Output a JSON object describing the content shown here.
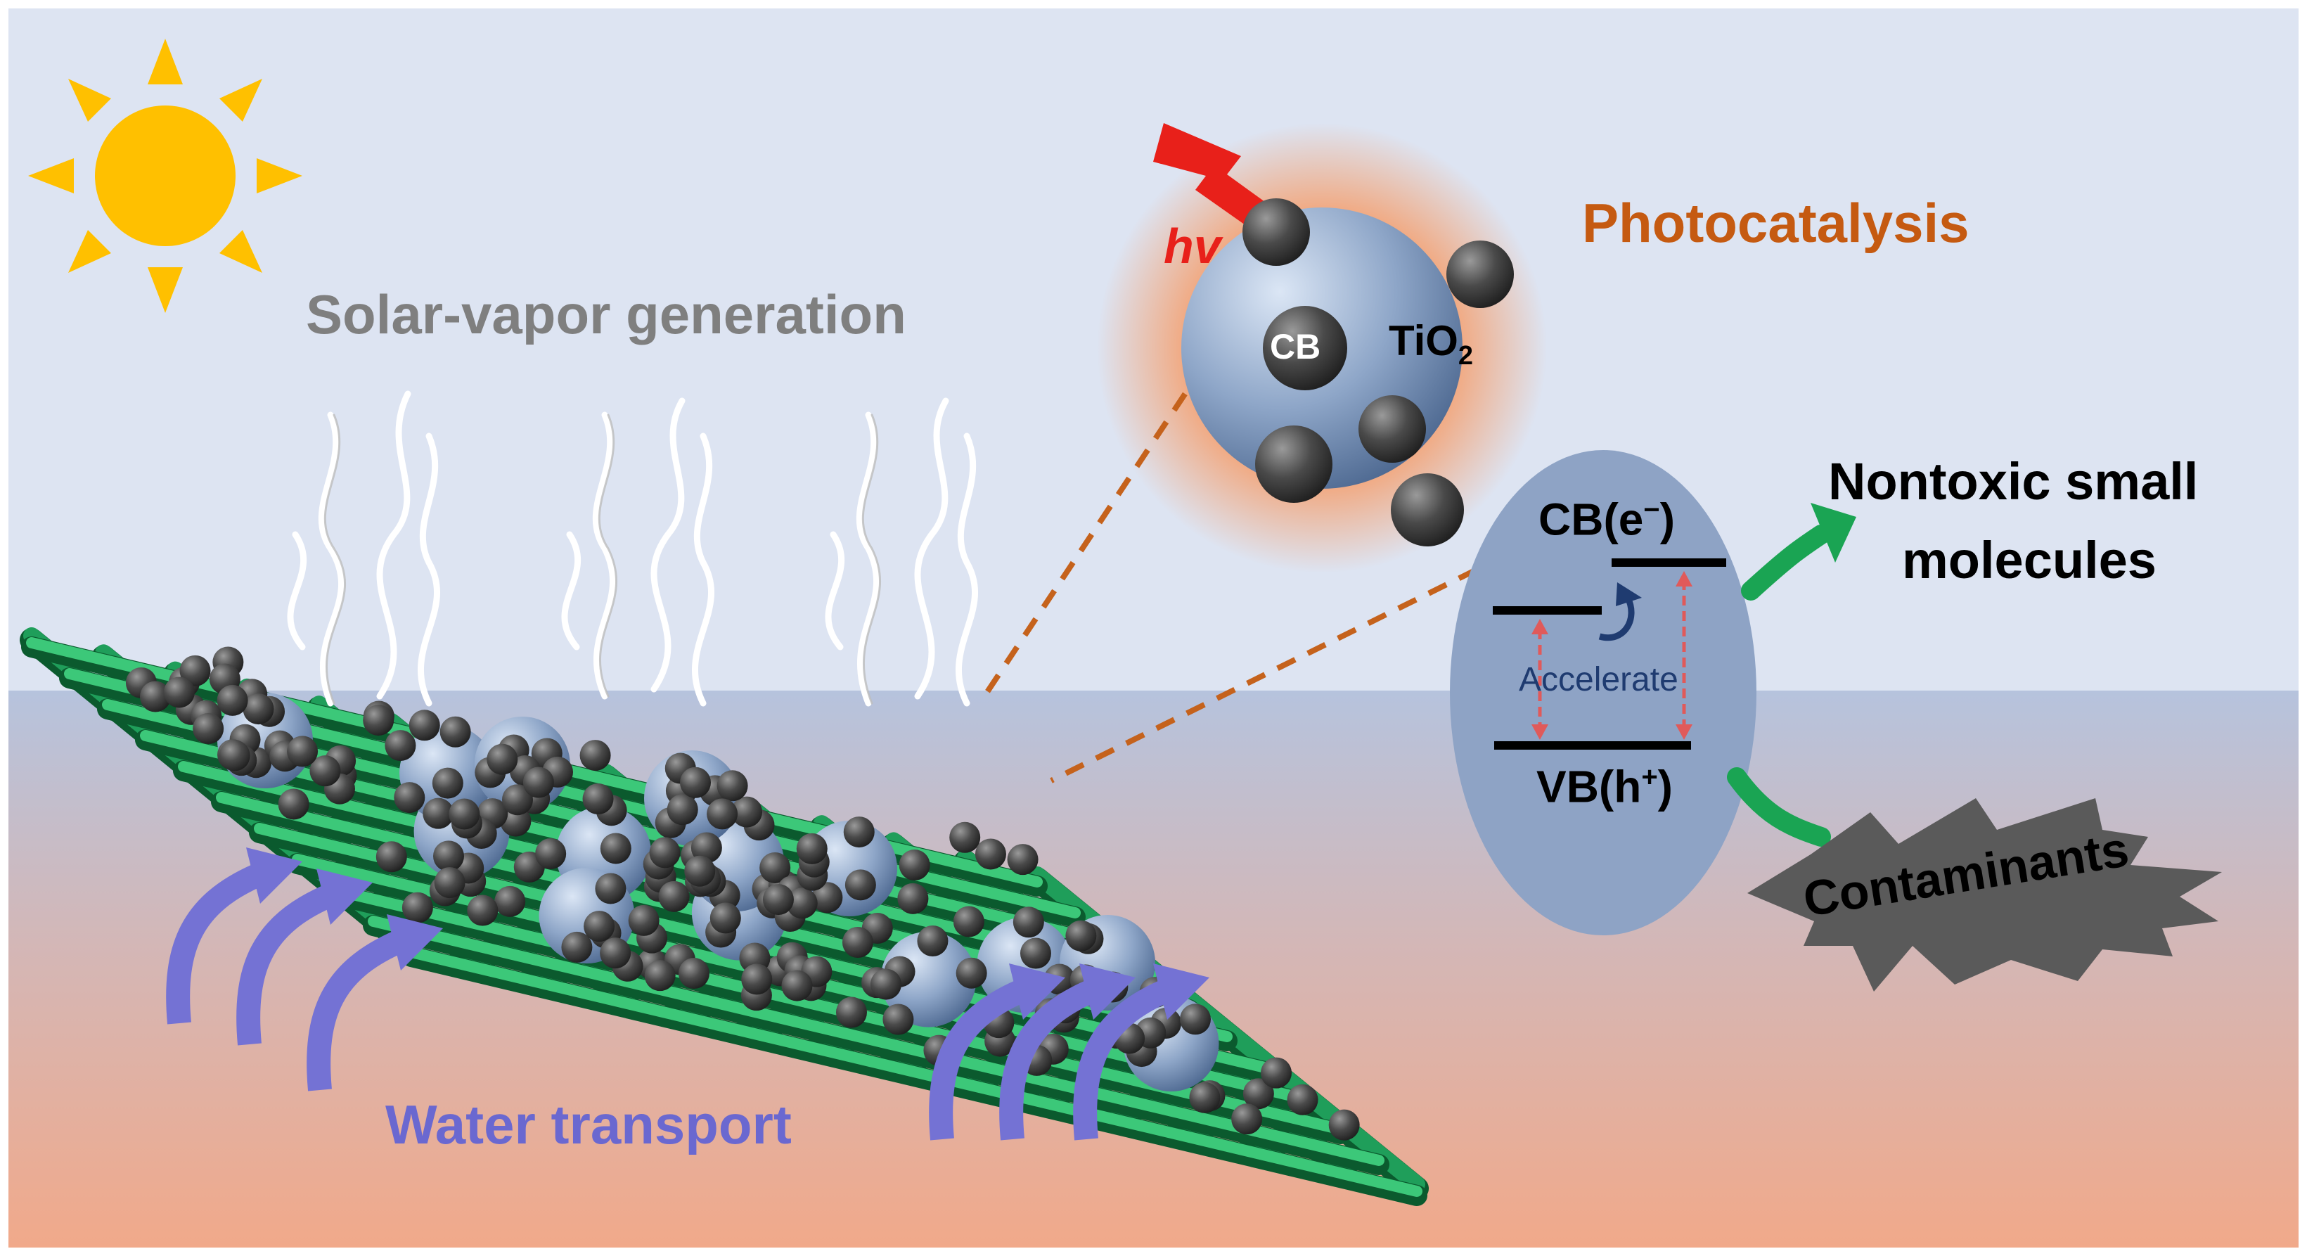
{
  "labels": {
    "solar_vapor": "Solar-vapor generation",
    "photocatalysis": "Photocatalysis",
    "hv": "hv",
    "cb_particle": "CB",
    "tio2_main": "TiO",
    "tio2_sub": "2",
    "cb_band_main": "CB(e",
    "cb_band_sup": "−",
    "cb_band_close": ")",
    "vb_band_main": "VB(h",
    "vb_band_sup": "+",
    "vb_band_close": ")",
    "accelerate": "Accelerate",
    "nontoxic_line1": "Nontoxic small",
    "nontoxic_line2": "molecules",
    "contaminants": "Contaminants",
    "water_transport": "Water transport"
  },
  "colors": {
    "sky": "#dde4f2",
    "water_top": "#b8c4dc",
    "water_bottom": "#f0aa88",
    "sun": "#ffc000",
    "mesh": "#1f9e5a",
    "mesh_dark": "#0b5a2e",
    "tio2": "#8ea6c8",
    "carbon_black": "#454545",
    "photocatalysis_text": "#c55a11",
    "solar_vapor_text": "#7f7f7f",
    "water_arrow": "#7472d4",
    "lightning": "#e8201a",
    "dash_link": "#c5621c",
    "band_panel": "#8ea3c5",
    "accelerate_text": "#1f3b70",
    "green_arrow": "#1aa453",
    "contaminant_star": "#5a5a5a"
  },
  "icons": [
    "sun-icon",
    "lightning-icon",
    "steam-icon",
    "water-arrow-icon",
    "green-arrow-icon",
    "contaminant-burst-icon",
    "curved-arrow-icon"
  ]
}
